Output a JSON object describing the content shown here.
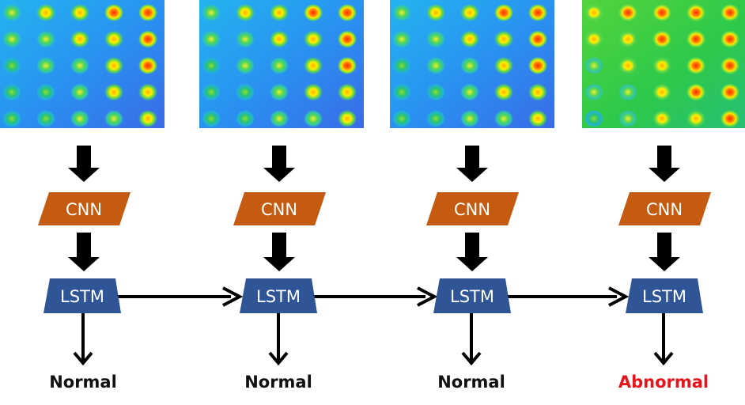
{
  "steps": [
    {
      "cnn_label": "CNN",
      "lstm_label": "LSTM",
      "output": "Normal",
      "output_color": "#111111",
      "heat_level": 0.82
    },
    {
      "cnn_label": "CNN",
      "lstm_label": "LSTM",
      "output": "Normal",
      "output_color": "#111111",
      "heat_level": 0.88
    },
    {
      "cnn_label": "CNN",
      "lstm_label": "LSTM",
      "output": "Normal",
      "output_color": "#111111",
      "heat_level": 0.9
    },
    {
      "cnn_label": "CNN",
      "lstm_label": "LSTM",
      "output": "Abnormal",
      "output_color": "#e8141c",
      "heat_level": 0.95
    }
  ],
  "colors": {
    "cnn_fill": "#c55a11",
    "lstm_fill": "#2f5597",
    "arrow": "#000000",
    "heat_background_normal": "#2a9cf5",
    "heat_background_abnormal": "#2ec94a"
  },
  "heatmap_grid": {
    "rows": 5,
    "cols": 5
  }
}
